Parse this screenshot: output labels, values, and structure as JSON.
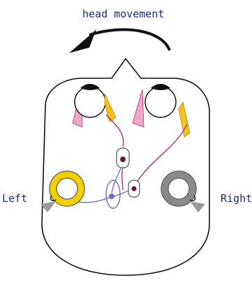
{
  "labels": {
    "title": "head movement",
    "left": "Left",
    "right": "Right"
  },
  "colors": {
    "label_text": "#1c2a78",
    "outline": "#111111",
    "left_canal": "#f2d000",
    "right_canal": "#8a8a8a",
    "muscle_pink": "#f0a8c8",
    "muscle_yellow": "#f4c21a",
    "nerve_magenta": "#b0306c",
    "nerve_purple": "#6f6fc8",
    "nucleus_dot": "#7a1030"
  }
}
